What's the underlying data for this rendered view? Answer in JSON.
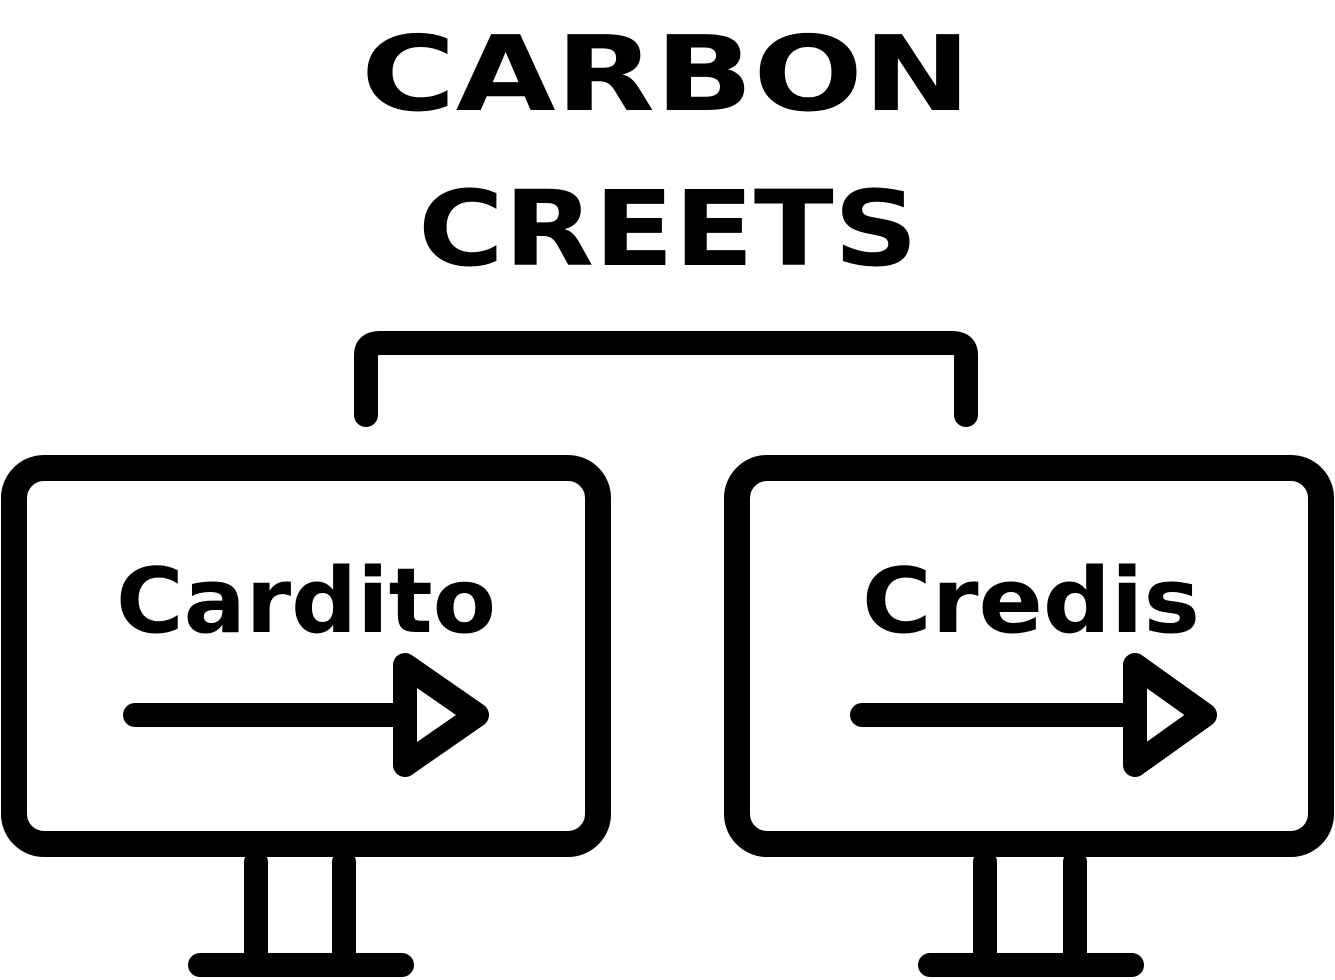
{
  "title": {
    "line1": "CARBON",
    "line2": "CREETS"
  },
  "signs": [
    {
      "label": "Cardito",
      "arrow_icon": "arrow-right-icon"
    },
    {
      "label": "Credis",
      "arrow_icon": "arrow-right-icon"
    }
  ],
  "colors": {
    "ink": "#000000",
    "background": "#ffffff"
  }
}
